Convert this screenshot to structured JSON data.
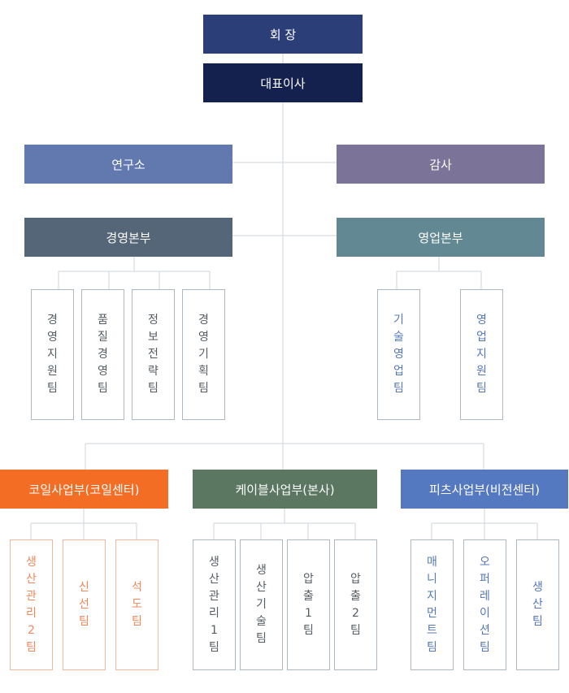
{
  "top": {
    "chairman": "회 장",
    "ceo": "대표이사"
  },
  "staff": {
    "lab": "연구소",
    "audit": "감사"
  },
  "hq": {
    "management": "경영본부",
    "sales": "영업본부"
  },
  "management_teams": [
    "경영지원팀",
    "품질경영팀",
    "정보전략팀",
    "경영기획팀"
  ],
  "sales_teams": [
    "기술영업팀",
    "영업지원팀"
  ],
  "divisions": {
    "coil": "코일사업부(코일센터)",
    "cable": "케이블사업부(본사)",
    "pitch": "피츠사업부(비전센터)"
  },
  "coil_teams": [
    "생산관리2팀",
    "신선팀",
    "석도팀"
  ],
  "cable_teams": [
    "생산관리1팀",
    "생산기술팀",
    "압출1팀",
    "압출2팀"
  ],
  "pitch_teams": [
    "매니지먼트팀",
    "오퍼레이션팀",
    "생산팀"
  ],
  "colors": {
    "chairman": "#2c3e78",
    "ceo": "#14214f",
    "lab": "#6279b0",
    "audit": "#7c7398",
    "management": "#556679",
    "sales": "#628993",
    "coil": "#f46d25",
    "cable": "#5b7661",
    "pitch": "#5479c0",
    "line": "#cfd5da"
  }
}
